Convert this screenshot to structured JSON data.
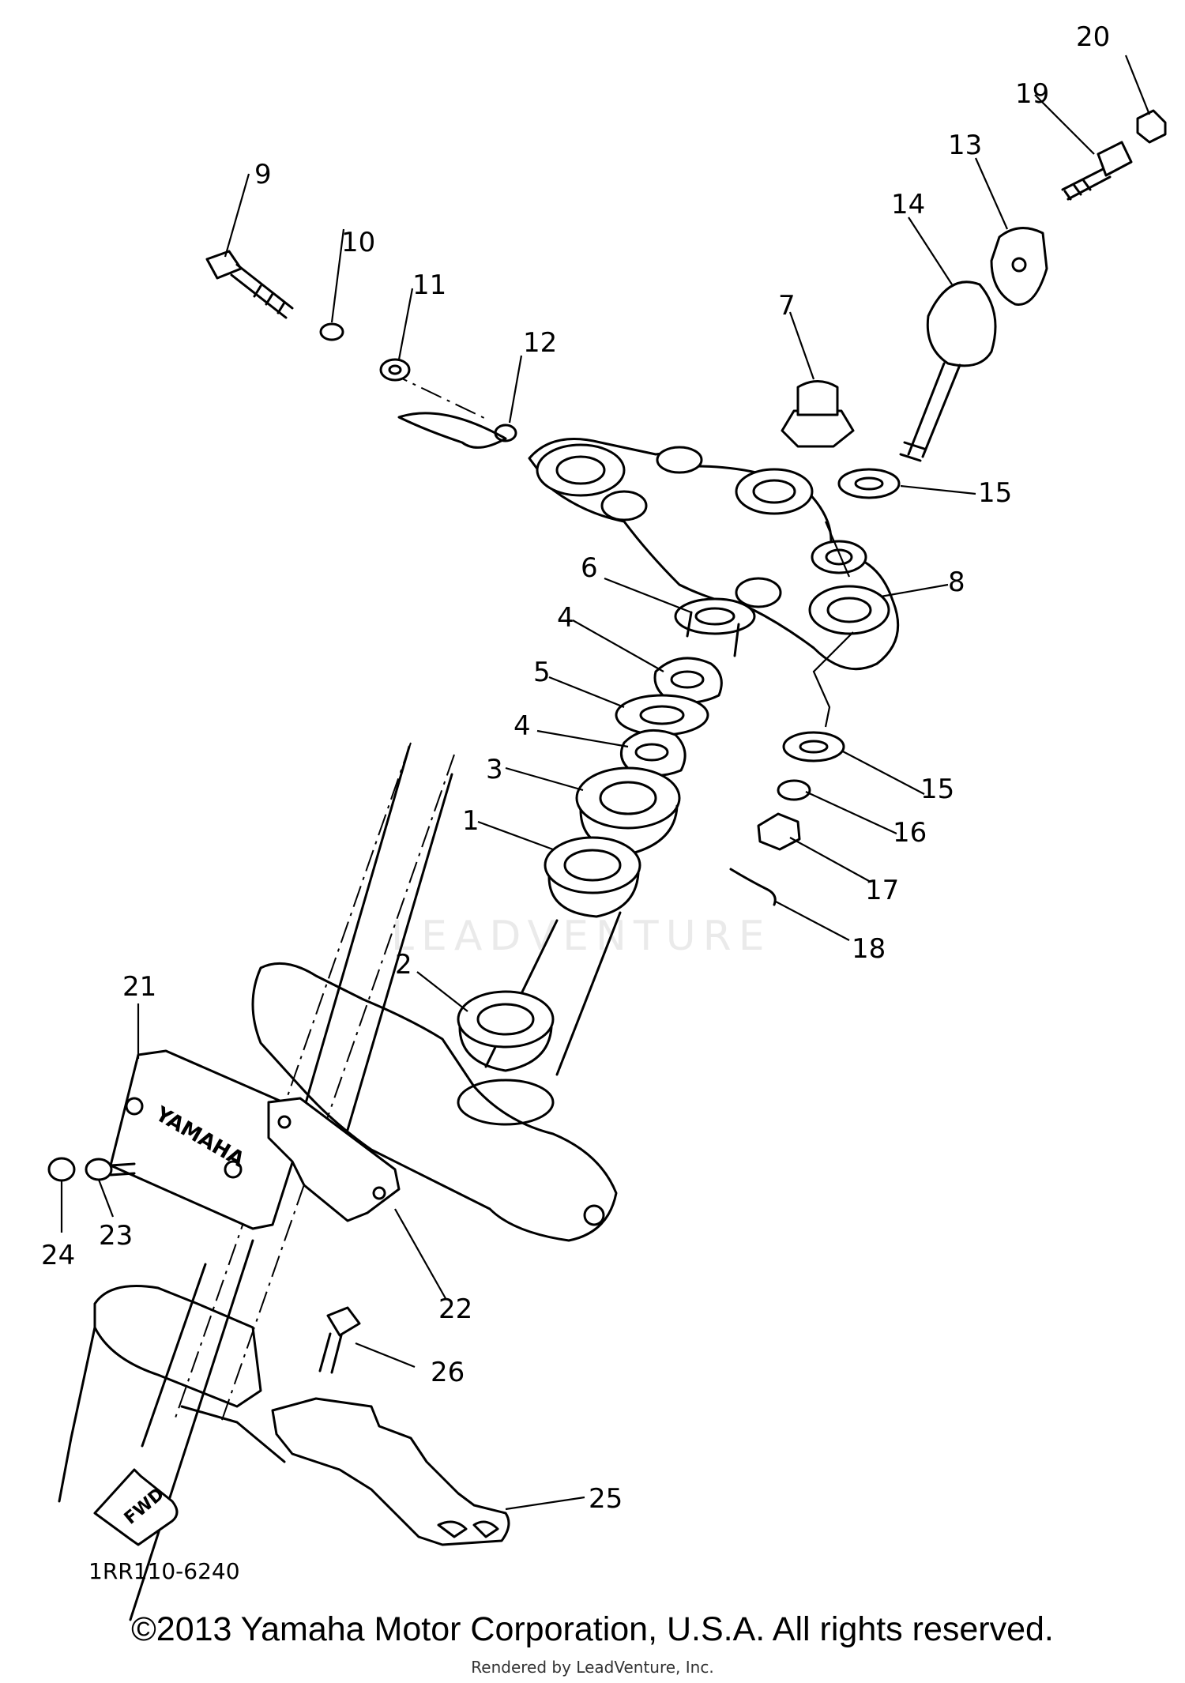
{
  "diagram": {
    "part_numbers": [
      "1",
      "2",
      "3",
      "4",
      "4",
      "5",
      "6",
      "7",
      "8",
      "9",
      "10",
      "11",
      "12",
      "13",
      "14",
      "15",
      "15",
      "16",
      "17",
      "18",
      "19",
      "20",
      "21",
      "22",
      "23",
      "24",
      "25",
      "26"
    ],
    "code": "1RR110-6240",
    "stamp_text": "YAMAHA",
    "arrow_text": "FWD",
    "watermark": "LEADVENTURE",
    "copyright": "©2013 Yamaha Motor Corporation, U.S.A. All rights reserved.",
    "rendered_by": "Rendered by LeadVenture, Inc."
  }
}
